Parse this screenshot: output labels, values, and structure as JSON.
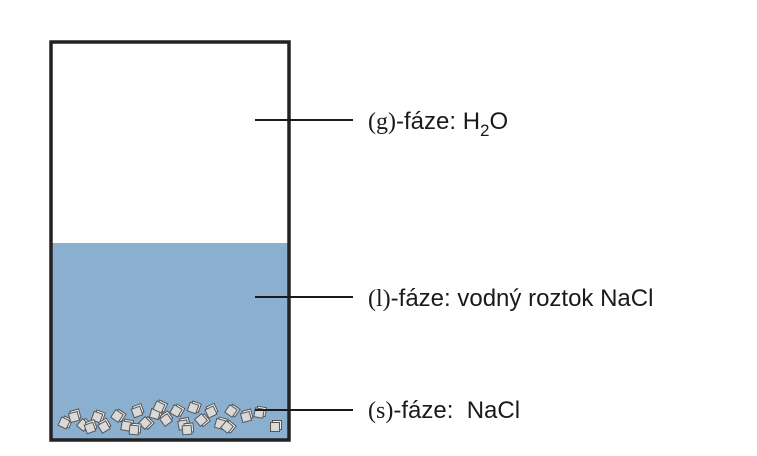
{
  "phases": [
    {
      "id": "gas",
      "phase_symbol": "g",
      "suffix": "-fáze: ",
      "formula_main": "H",
      "formula_sub": "2",
      "formula_end": "O"
    },
    {
      "id": "liquid",
      "phase_symbol": "l",
      "suffix": "-fáze: vodný roztok NaCl"
    },
    {
      "id": "solid",
      "phase_symbol": "s",
      "suffix": "-fáze:  NaCl"
    }
  ],
  "colors": {
    "container_stroke": "#222222",
    "liquid_fill": "#8aafcf",
    "crystal_fill": "#d9d9d9",
    "crystal_stroke": "#555555",
    "leader_line": "#1a1a1a"
  }
}
